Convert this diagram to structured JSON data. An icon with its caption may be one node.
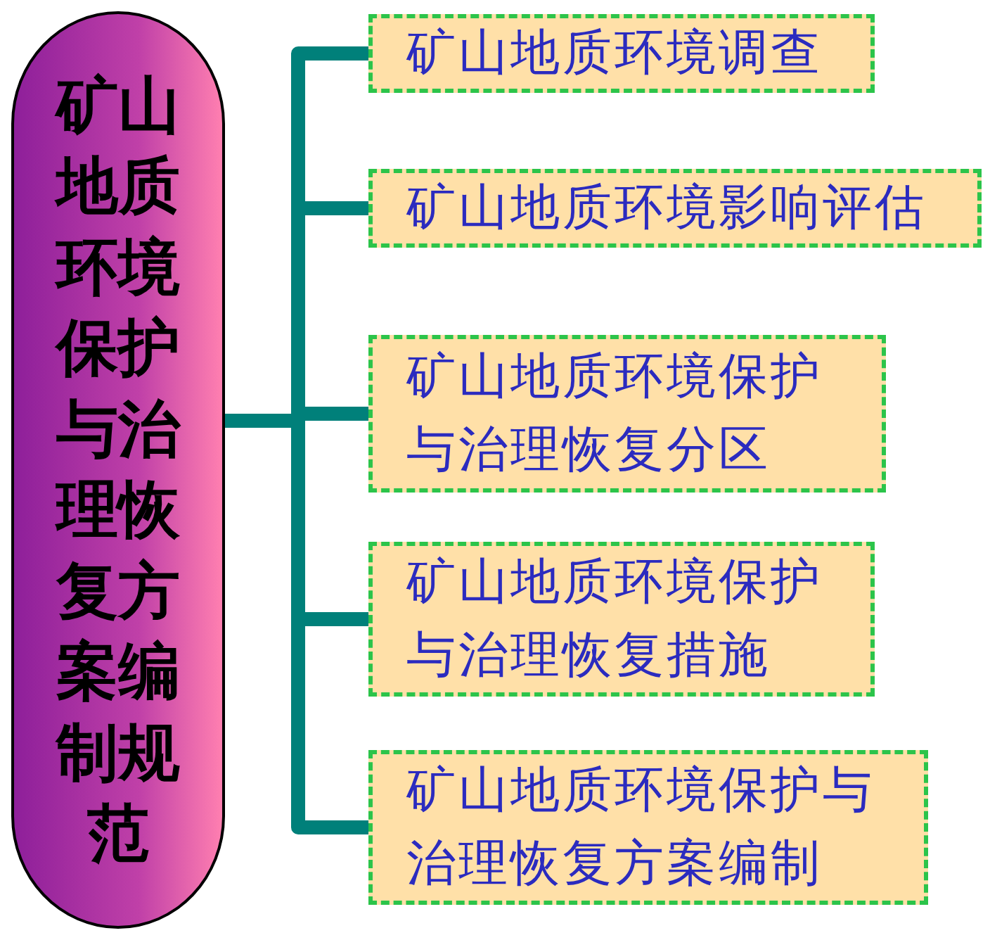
{
  "diagram": {
    "nodes": [
      {
        "text": [
          "矿山地质环境保护与治理恢复方案编制规范"
        ]
      },
      {
        "text": [
          "矿山地质环境调查"
        ]
      },
      {
        "text": [
          "矿山地质环境影响评估"
        ]
      },
      {
        "text": [
          "矿山地质环境保护与治理恢复分区"
        ]
      },
      {
        "text": [
          "矿山地质环境保护与治理恢复措施"
        ]
      },
      {
        "text": [
          "矿山地质环境保护与治理恢复方案编制"
        ]
      }
    ],
    "edges": [
      {
        "from": 0,
        "to": 1,
        "arrow": "none"
      },
      {
        "from": 0,
        "to": 2,
        "arrow": "none"
      },
      {
        "from": 0,
        "to": 3,
        "arrow": "none"
      },
      {
        "from": 0,
        "to": 4,
        "arrow": "none"
      },
      {
        "from": 0,
        "to": 5,
        "arrow": "none"
      }
    ]
  }
}
